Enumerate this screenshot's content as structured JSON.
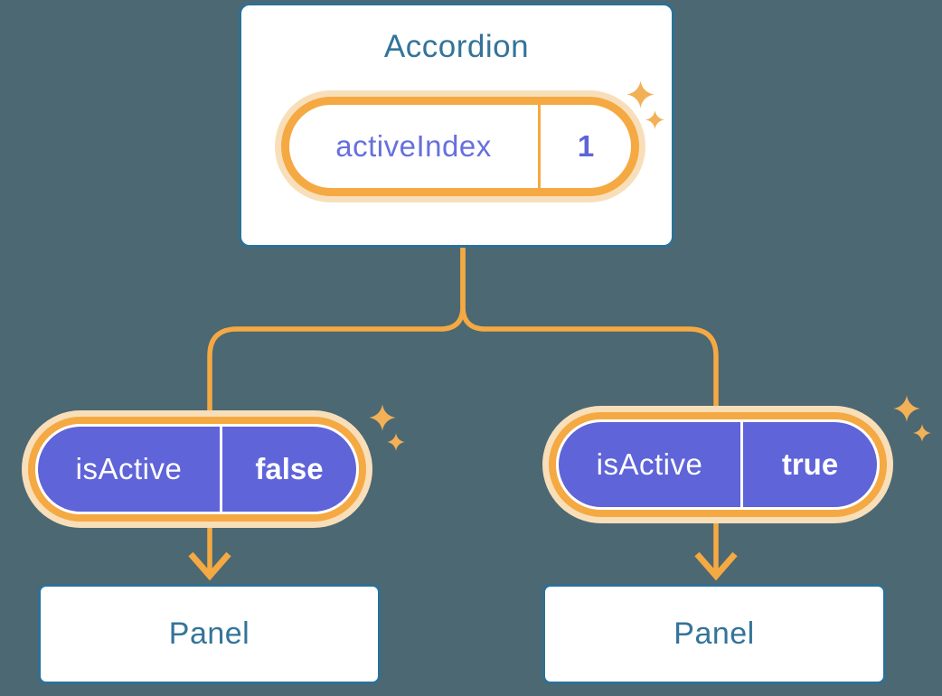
{
  "root_card": {
    "title": "Accordion",
    "state_pill": {
      "name": "activeIndex",
      "value": "1"
    }
  },
  "branches": [
    {
      "side": "left",
      "prop_pill": {
        "name": "isActive",
        "value": "false"
      },
      "panel": {
        "title": "Panel"
      }
    },
    {
      "side": "right",
      "prop_pill": {
        "name": "isActive",
        "value": "true"
      },
      "panel": {
        "title": "Panel"
      }
    }
  ],
  "icons": {
    "sparkle": "sparkle-icon",
    "arrow": "arrow-down-icon"
  },
  "colors": {
    "background": "#4c6872",
    "card_border_blue": "#2e7095",
    "heading_text_blue": "#337499",
    "pill_purple": "#5f64d9",
    "purple_text": "#6770dc",
    "connector_orange": "#f5a942",
    "pill_glow": "#f8dfba",
    "sparkle_orange": "#f2b057",
    "white": "#ffffff"
  }
}
